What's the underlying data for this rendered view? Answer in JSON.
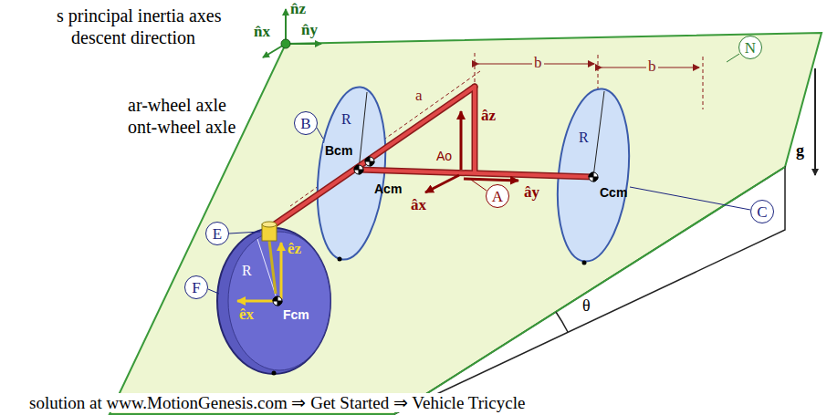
{
  "diagram": {
    "nodes": [
      {
        "text": [
          "N"
        ]
      },
      {
        "text": [
          "B"
        ]
      },
      {
        "text": [
          "A"
        ]
      },
      {
        "text": [
          "C"
        ]
      },
      {
        "text": [
          "E"
        ]
      },
      {
        "text": [
          "F"
        ]
      }
    ],
    "labels": [
      "s principal inertia axes",
      "descent direction",
      "ar-wheel axle",
      "ont-wheel axle",
      "n̂z",
      "n̂x",
      "n̂y",
      "b",
      "b",
      "a",
      "âz",
      "R",
      "Bcm",
      "Acm",
      "Ao",
      "ây",
      "âx",
      "R",
      "Ccm",
      "g",
      "θ",
      "R",
      "êz",
      "êx",
      "Fcm",
      "solution at www.MotionGenesis.com ⇒ Get Started ⇒ Vehicle Tricycle"
    ]
  }
}
